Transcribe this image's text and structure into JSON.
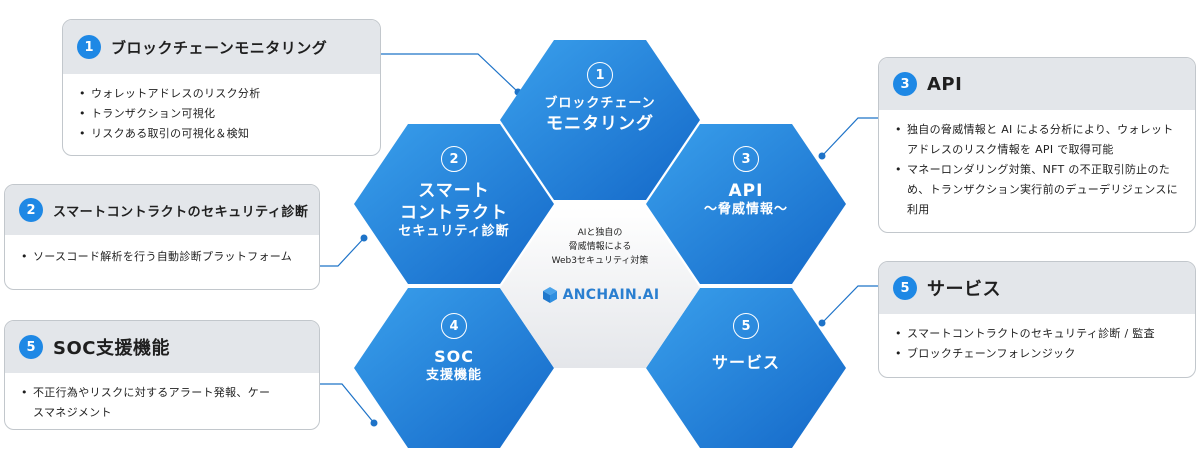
{
  "accent": "#1e88e5",
  "hexes": [
    {
      "num": "1",
      "lines": [
        "ブロックチェーン",
        "モニタリング"
      ]
    },
    {
      "num": "2",
      "lines": [
        "スマート",
        "コントラクト",
        "セキュリティ診断"
      ]
    },
    {
      "num": "3",
      "lines": [
        "API",
        "〜脅威情報〜"
      ]
    },
    {
      "num": "4",
      "lines": [
        "SOC",
        "支援機能"
      ]
    },
    {
      "num": "5",
      "lines": [
        "サービス"
      ]
    }
  ],
  "center": {
    "lines": [
      "AIと独自の",
      "脅威情報による",
      "Web3セキュリティ対策"
    ],
    "brand": "ANCHAIN.AI"
  },
  "cards": {
    "monitoring": {
      "num": "1",
      "title": "ブロックチェーンモニタリング",
      "items": [
        "ウォレットアドレスのリスク分析",
        "トランザクション可視化",
        "リスクある取引の可視化＆検知"
      ]
    },
    "contract": {
      "num": "2",
      "title": "スマートコントラクトのセキュリティ診断",
      "items": [
        "ソースコード解析を行う自動診断プラットフォーム"
      ]
    },
    "soc": {
      "num": "5",
      "title": "SOC支援機能",
      "items": [
        "不正行為やリスクに対するアラート発報、ケースマネジメント"
      ]
    },
    "api": {
      "num": "3",
      "title": "API",
      "items": [
        "独自の脅威情報と AI による分析により、ウォレットアドレスのリスク情報を API で取得可能",
        "マネーロンダリング対策、NFT の不正取引防止のため、トランザクション実行前のデューデリジェンスに利用"
      ]
    },
    "service": {
      "num": "5",
      "title": "サービス",
      "items": [
        "スマートコントラクトのセキュリティ診断 / 監査",
        "ブロックチェーンフォレンジック"
      ]
    }
  }
}
